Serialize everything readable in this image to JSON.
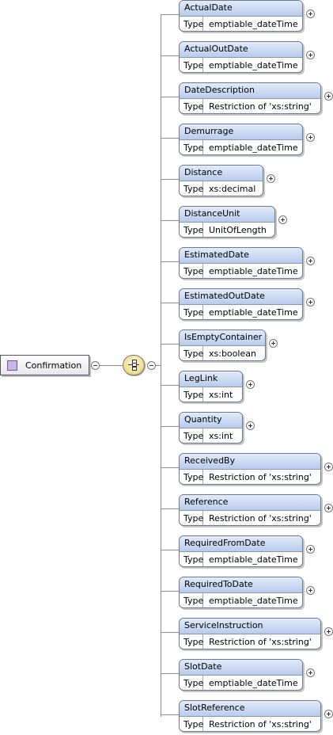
{
  "root": {
    "name": "Confirmation"
  },
  "type_label": "Type",
  "children": [
    {
      "name": "ActualDate",
      "type": "emptiable_dateTime"
    },
    {
      "name": "ActualOutDate",
      "type": "emptiable_dateTime"
    },
    {
      "name": "DateDescription",
      "type": "Restriction of 'xs:string'"
    },
    {
      "name": "Demurrage",
      "type": "emptiable_dateTime"
    },
    {
      "name": "Distance",
      "type": "xs:decimal"
    },
    {
      "name": "DistanceUnit",
      "type": "UnitOfLength"
    },
    {
      "name": "EstimatedDate",
      "type": "emptiable_dateTime"
    },
    {
      "name": "EstimatedOutDate",
      "type": "emptiable_dateTime"
    },
    {
      "name": "IsEmptyContainer",
      "type": "xs:boolean"
    },
    {
      "name": "LegLink",
      "type": "xs:int"
    },
    {
      "name": "Quantity",
      "type": "xs:int"
    },
    {
      "name": "ReceivedBy",
      "type": "Restriction of 'xs:string'"
    },
    {
      "name": "Reference",
      "type": "Restriction of 'xs:string'"
    },
    {
      "name": "RequiredFromDate",
      "type": "emptiable_dateTime"
    },
    {
      "name": "RequiredToDate",
      "type": "emptiable_dateTime"
    },
    {
      "name": "ServiceInstruction",
      "type": "Restriction of 'xs:string'"
    },
    {
      "name": "SlotDate",
      "type": "emptiable_dateTime"
    },
    {
      "name": "SlotReference",
      "type": "Restriction of 'xs:string'"
    }
  ]
}
